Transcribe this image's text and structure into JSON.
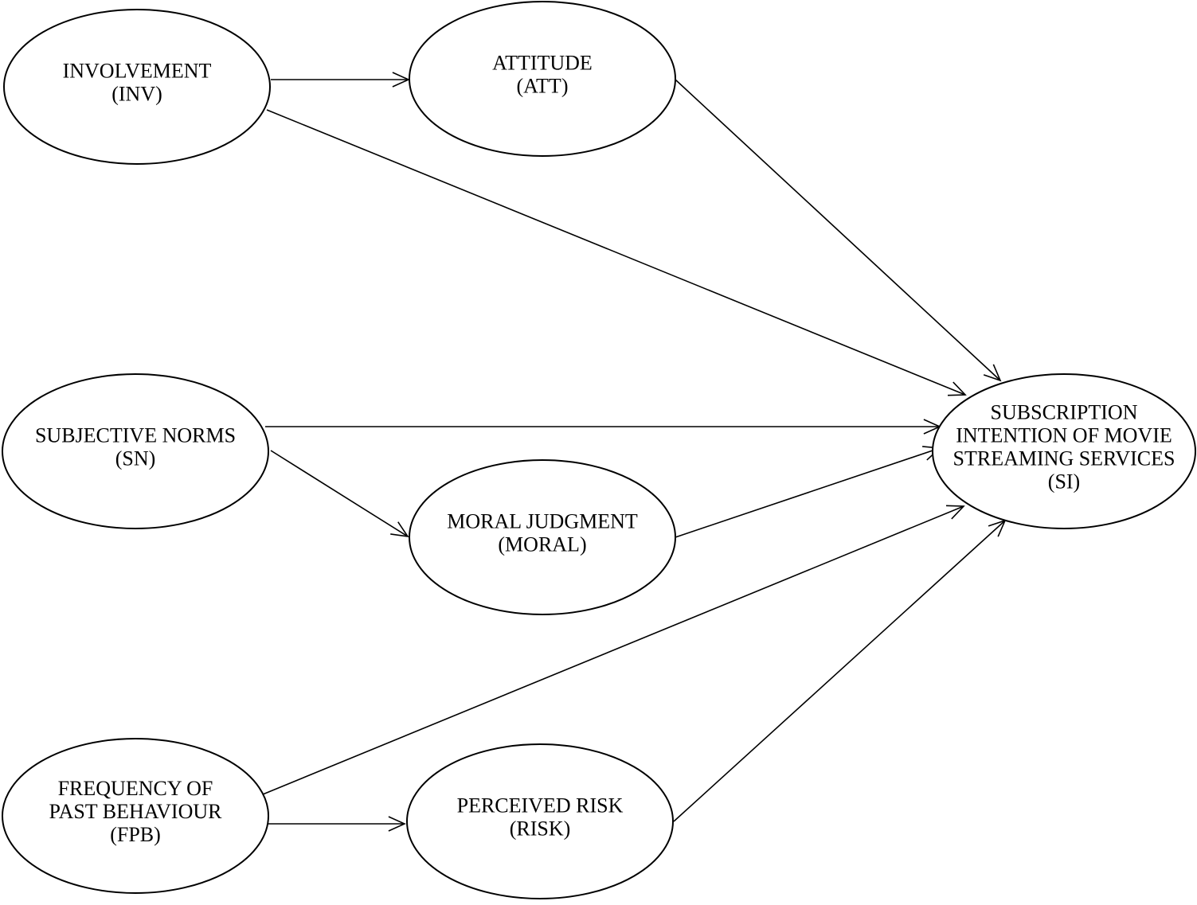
{
  "nodes": [
    {
      "id": "inv",
      "lines": [
        "INVOLVEMENT",
        "(INV)"
      ]
    },
    {
      "id": "att",
      "lines": [
        "ATTITUDE",
        "(ATT)"
      ]
    },
    {
      "id": "sn",
      "lines": [
        "SUBJECTIVE NORMS",
        "(SN)"
      ]
    },
    {
      "id": "moral",
      "lines": [
        "MORAL JUDGMENT",
        "(MORAL)"
      ]
    },
    {
      "id": "si",
      "lines": [
        "SUBSCRIPTION",
        "INTENTION OF MOVIE",
        "STREAMING SERVICES",
        "(SI)"
      ]
    },
    {
      "id": "fpb",
      "lines": [
        "FREQUENCY OF",
        "PAST BEHAVIOUR",
        "(FPB)"
      ]
    },
    {
      "id": "risk",
      "lines": [
        "PERCEIVED RISK",
        "(RISK)"
      ]
    }
  ],
  "edges": [
    {
      "from": "inv",
      "to": "att"
    },
    {
      "from": "inv",
      "to": "si"
    },
    {
      "from": "att",
      "to": "si"
    },
    {
      "from": "sn",
      "to": "si"
    },
    {
      "from": "sn",
      "to": "moral"
    },
    {
      "from": "moral",
      "to": "si"
    },
    {
      "from": "fpb",
      "to": "si"
    },
    {
      "from": "fpb",
      "to": "risk"
    },
    {
      "from": "risk",
      "to": "si"
    }
  ]
}
